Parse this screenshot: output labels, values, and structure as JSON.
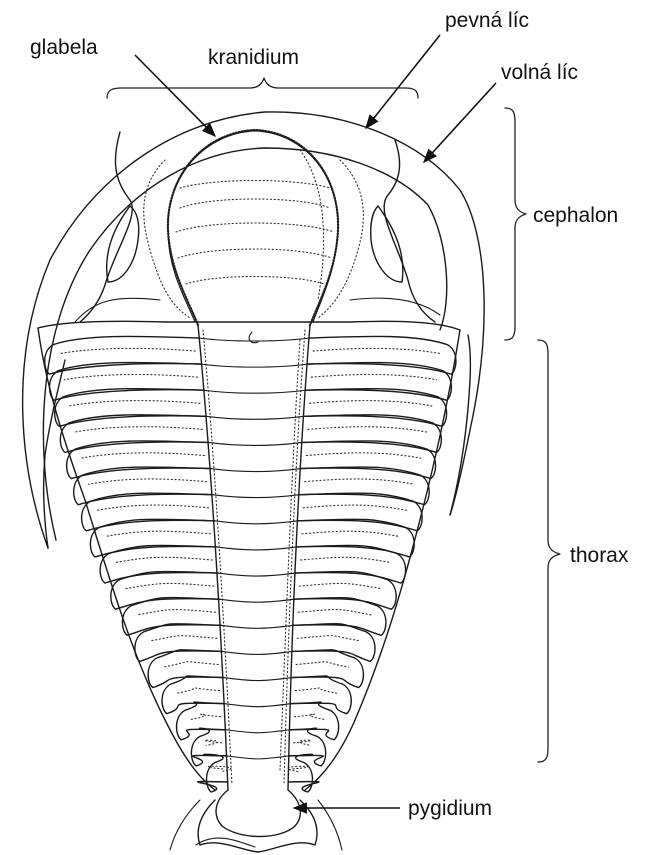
{
  "labels": {
    "glabela": "glabela",
    "kranidium": "kranidium",
    "pevna_lic": "pevná líc",
    "volna_lic": "volná líc",
    "cephalon": "cephalon",
    "thorax": "thorax",
    "pygidium": "pygidium"
  },
  "thorax_segment_count": 17
}
